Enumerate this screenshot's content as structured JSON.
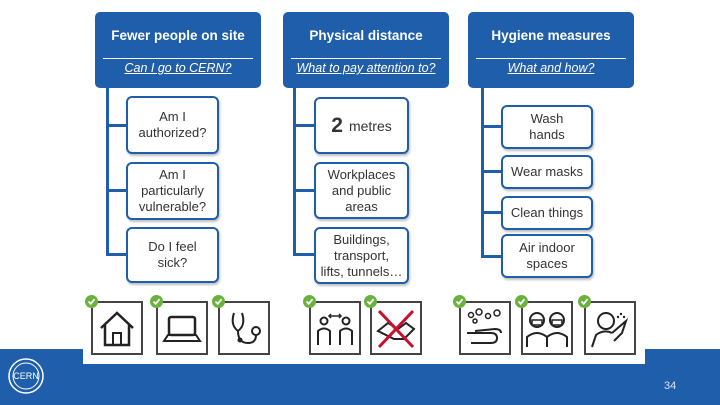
{
  "columns": [
    {
      "title": "Fewer people on site",
      "subtitle": "Can I go to CERN?",
      "items": [
        "Am I\nauthorized?",
        "Am I\nparticularly\nvulnerable?",
        "Do I feel\nsick?"
      ]
    },
    {
      "title": "Physical distance",
      "subtitle": "What to pay attention to?",
      "number": "2",
      "items": [
        "metres",
        "Workplaces\nand public\nareas",
        "Buildings,\ntransport,\nlifts, tunnels…"
      ]
    },
    {
      "title": "Hygiene measures",
      "subtitle": "What and how?",
      "items": [
        "Wash\nhands",
        "Wear masks",
        "Clean things",
        "Air indoor\nspaces"
      ]
    }
  ],
  "icons": [
    "house-icon",
    "laptop-icon",
    "stethoscope-icon",
    "people-distance-icon",
    "no-handshake-icon",
    "hand-washing-icon",
    "masked-people-icon",
    "sneeze-elbow-icon"
  ],
  "footer": {
    "logo_text": "CERN",
    "page_number": "34"
  },
  "colors": {
    "accent": "#1f5eaa",
    "check": "#6ab23e",
    "forbidden": "#c8102e"
  }
}
